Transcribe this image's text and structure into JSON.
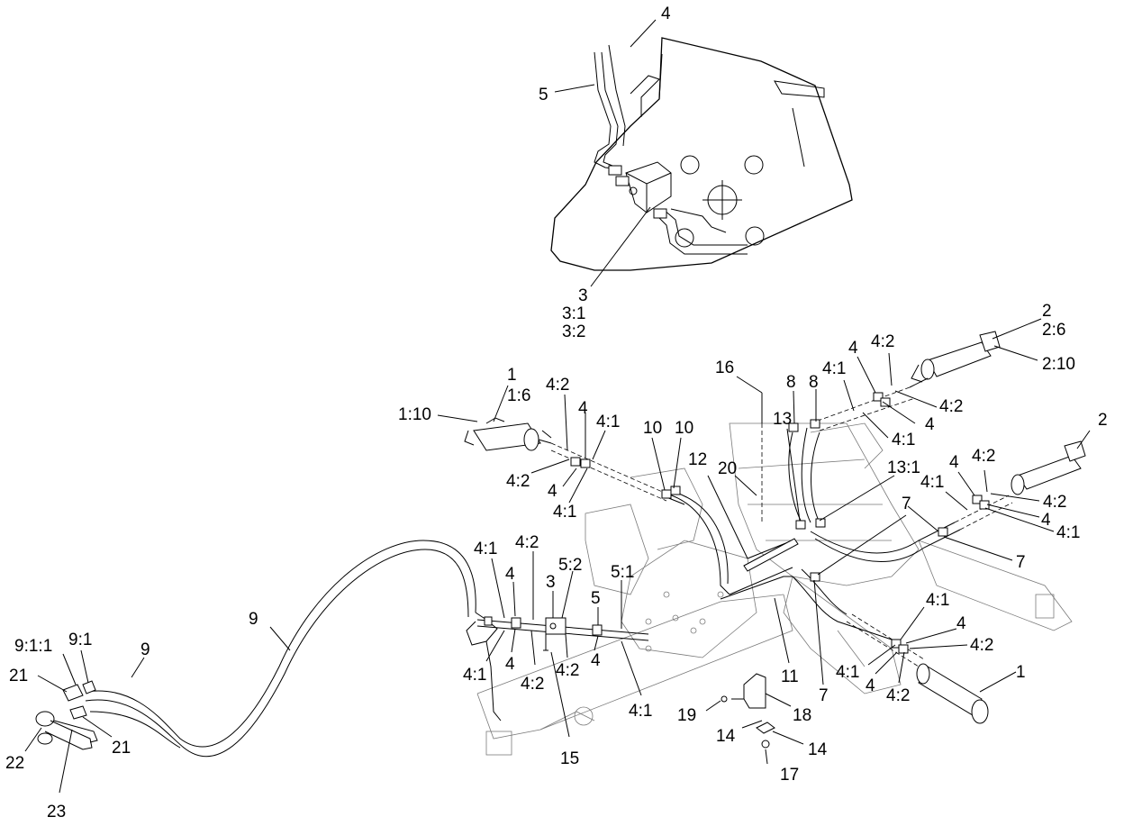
{
  "callouts": [
    {
      "id": "c-top-4",
      "text": "4"
    },
    {
      "id": "c-top-5",
      "text": "5"
    },
    {
      "id": "c-top-3",
      "text": "3"
    },
    {
      "id": "c-top-3-1",
      "text": "3:1"
    },
    {
      "id": "c-top-3-2",
      "text": "3:2"
    },
    {
      "id": "c-l1",
      "text": "1"
    },
    {
      "id": "c-l1-6",
      "text": "1:6"
    },
    {
      "id": "c-l1-10",
      "text": "1:10"
    },
    {
      "id": "c-la-42",
      "text": "4:2"
    },
    {
      "id": "c-la-4",
      "text": "4"
    },
    {
      "id": "c-la-41",
      "text": "4:1"
    },
    {
      "id": "c-lb-42",
      "text": "4:2"
    },
    {
      "id": "c-lb-4",
      "text": "4"
    },
    {
      "id": "c-lb-41",
      "text": "4:1"
    },
    {
      "id": "c-10a",
      "text": "10"
    },
    {
      "id": "c-10b",
      "text": "10"
    },
    {
      "id": "c-16",
      "text": "16"
    },
    {
      "id": "c-12",
      "text": "12"
    },
    {
      "id": "c-20",
      "text": "20"
    },
    {
      "id": "c-8a",
      "text": "8"
    },
    {
      "id": "c-8b",
      "text": "8"
    },
    {
      "id": "c-13",
      "text": "13"
    },
    {
      "id": "c-13-1",
      "text": "13:1"
    },
    {
      "id": "c-2",
      "text": "2"
    },
    {
      "id": "c-2-6",
      "text": "2:6"
    },
    {
      "id": "c-2-10",
      "text": "2:10"
    },
    {
      "id": "c-ra-4a",
      "text": "4"
    },
    {
      "id": "c-ra-42a",
      "text": "4:2"
    },
    {
      "id": "c-ra-41a",
      "text": "4:1"
    },
    {
      "id": "c-ra-42b",
      "text": "4:2"
    },
    {
      "id": "c-ra-4b",
      "text": "4"
    },
    {
      "id": "c-ra-41b",
      "text": "4:1"
    },
    {
      "id": "c-2b",
      "text": "2"
    },
    {
      "id": "c-rb-4a",
      "text": "4"
    },
    {
      "id": "c-rb-42a",
      "text": "4:2"
    },
    {
      "id": "c-rb-41a",
      "text": "4:1"
    },
    {
      "id": "c-rb-42b",
      "text": "4:2"
    },
    {
      "id": "c-rb-4b",
      "text": "4"
    },
    {
      "id": "c-rb-41b",
      "text": "4:1"
    },
    {
      "id": "c-7a",
      "text": "7"
    },
    {
      "id": "c-7b",
      "text": "7"
    },
    {
      "id": "c-7c",
      "text": "7"
    },
    {
      "id": "c-11",
      "text": "11"
    },
    {
      "id": "c-rc-41a",
      "text": "4:1"
    },
    {
      "id": "c-rc-4a",
      "text": "4"
    },
    {
      "id": "c-rc-42a",
      "text": "4:2"
    },
    {
      "id": "c-rc-41b",
      "text": "4:1"
    },
    {
      "id": "c-rc-4b",
      "text": "4"
    },
    {
      "id": "c-rc-42b",
      "text": "4:2"
    },
    {
      "id": "c-r1",
      "text": "1"
    },
    {
      "id": "c-16b",
      "text": "19"
    },
    {
      "id": "c-18",
      "text": "18"
    },
    {
      "id": "c-14a",
      "text": "14"
    },
    {
      "id": "c-14b",
      "text": "14"
    },
    {
      "id": "c-17",
      "text": "17"
    },
    {
      "id": "c-m41a",
      "text": "4:1"
    },
    {
      "id": "c-m4a",
      "text": "4"
    },
    {
      "id": "c-m42a",
      "text": "4:2"
    },
    {
      "id": "c-m52",
      "text": "5:2"
    },
    {
      "id": "c-m3",
      "text": "3"
    },
    {
      "id": "c-m5",
      "text": "5"
    },
    {
      "id": "c-m51",
      "text": "5:1"
    },
    {
      "id": "c-m41b",
      "text": "4:1"
    },
    {
      "id": "c-m4b",
      "text": "4"
    },
    {
      "id": "c-m42b",
      "text": "4:2"
    },
    {
      "id": "c-m42c",
      "text": "4:2"
    },
    {
      "id": "c-m4c",
      "text": "4"
    },
    {
      "id": "c-m15",
      "text": "15"
    },
    {
      "id": "c-m41c",
      "text": "4:1"
    },
    {
      "id": "c-9a",
      "text": "9"
    },
    {
      "id": "c-9b",
      "text": "9"
    },
    {
      "id": "c-9-1-1",
      "text": "9:1:1"
    },
    {
      "id": "c-9-1",
      "text": "9:1"
    },
    {
      "id": "c-21a",
      "text": "21"
    },
    {
      "id": "c-21b",
      "text": "21"
    },
    {
      "id": "c-22",
      "text": "22"
    },
    {
      "id": "c-23",
      "text": "23"
    }
  ]
}
